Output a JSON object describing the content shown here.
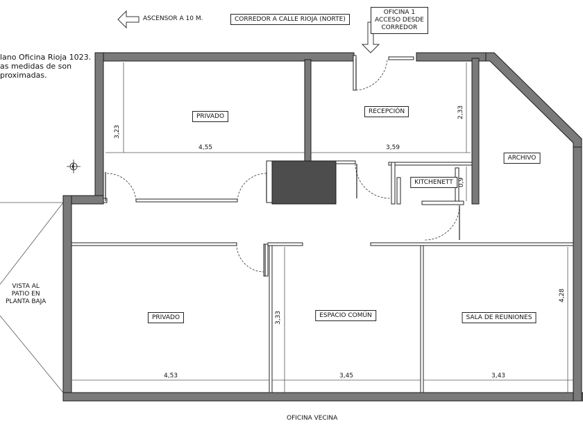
{
  "header": {
    "elevator": "ASCENSOR A 10 M.",
    "corridor": "CORREDOR A CALLE RIOJA (NORTE)",
    "access": "OFICINA 1\nACCESO DESDE\nCORREDOR"
  },
  "note": "lano Oficina Rioja 1023.\nas medidas de son\nproximadas.",
  "side_note": "VISTA AL\nPATIO EN\nPLANTA BAJA",
  "footer": "OFICINA VECINA",
  "rooms": {
    "privado_top": "PRIVADO",
    "recepcion": "RECEPCIÓN",
    "archivo": "ARCHIVO",
    "kitchenett": "KITCHENETT",
    "privado_bottom": "PRIVADO",
    "espacio_comun": "ESPACIO COMÚN",
    "sala_reuniones": "SALA DE REUNIONES"
  },
  "dimensions": {
    "d_455": "4,55",
    "d_359": "3,59",
    "d_323": "3,23",
    "d_233": "2,33",
    "d_09": "0,9",
    "d_453": "4,53",
    "d_345": "3,45",
    "d_343": "3,43",
    "d_333": "3,33",
    "d_428": "4,28"
  },
  "colors": {
    "wall": "#7a7a7a",
    "wall_outline": "#1a1a1a",
    "column": "#4d4d4d",
    "line": "#222222"
  },
  "icons": {
    "arrow_left": "arrow-left-icon",
    "arrow_down": "arrow-down-icon",
    "north": "north-symbol-icon"
  }
}
